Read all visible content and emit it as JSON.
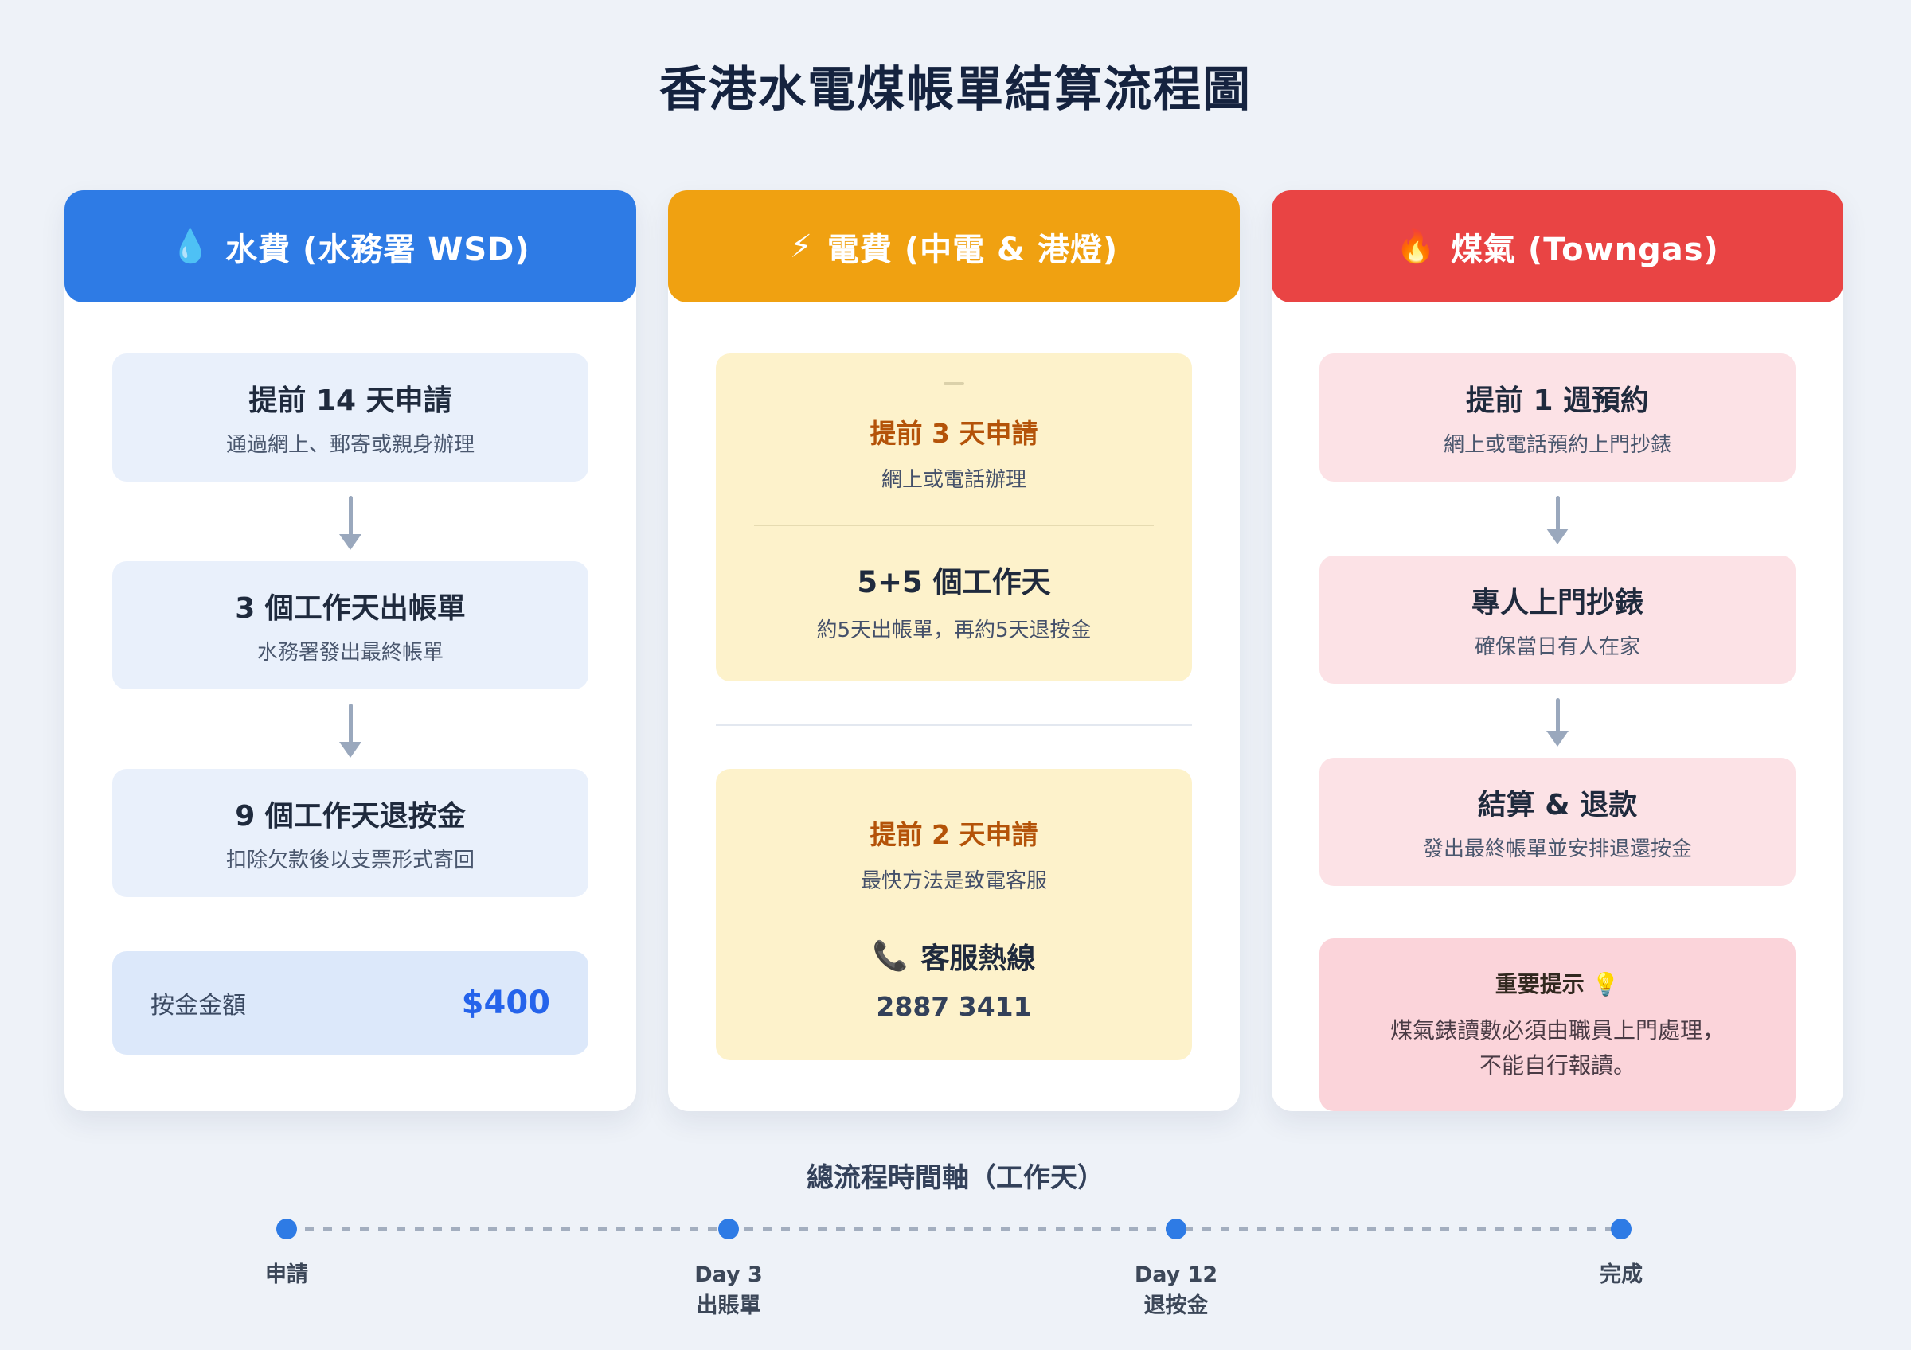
{
  "page": {
    "title": "香港水電煤帳單結算流程圖"
  },
  "colors": {
    "water_header": "#2e7be5",
    "electric_header": "#f0a111",
    "gas_header": "#e94444",
    "deposit_amount_text": "#2563eb",
    "highlight_orange_text": "#b45309",
    "timeline_dot": "#2e7be5",
    "page_background": "#eef2f8"
  },
  "columns": {
    "water": {
      "header": {
        "icon": "💧",
        "label": "水費 (水務署 WSD)"
      },
      "steps": [
        {
          "title": "提前 14 天申請",
          "subtitle": "通過網上、郵寄或親身辦理"
        },
        {
          "title": "3 個工作天出帳單",
          "subtitle": "水務署發出最終帳單"
        },
        {
          "title": "9 個工作天退按金",
          "subtitle": "扣除欠款後以支票形式寄回"
        }
      ],
      "deposit": {
        "label": "按金金額",
        "amount": "$400"
      }
    },
    "electric": {
      "header": {
        "icon": "⚡",
        "label": "電費 (中電 & 港燈)"
      },
      "box1": {
        "apply_title": "提前 3 天申請",
        "apply_subtitle": "網上或電話辦理",
        "duration_title": "5+5 個工作天",
        "duration_subtitle": "約5天出帳單，再約5天退按金"
      },
      "box2": {
        "apply_title": "提前 2 天申請",
        "apply_subtitle": "最快方法是致電客服",
        "hotline_icon": "📞",
        "hotline_label": "客服熱線",
        "hotline_number": "2887 3411"
      }
    },
    "gas": {
      "header": {
        "icon": "🔥",
        "label": "煤氣 (Towngas)"
      },
      "steps": [
        {
          "title": "提前 1 週預約",
          "subtitle": "網上或電話預約上門抄錶"
        },
        {
          "title": "專人上門抄錶",
          "subtitle": "確保當日有人在家"
        },
        {
          "title": "結算 & 退款",
          "subtitle": "發出最終帳單並安排退還按金"
        }
      ],
      "note": {
        "title": "重要提示 💡",
        "line1": "煤氣錶讀數必須由職員上門處理，",
        "line2": "不能自行報讀。"
      }
    }
  },
  "timeline": {
    "title": "總流程時間軸（工作天）",
    "milestones": [
      {
        "line1": "申請",
        "line2": ""
      },
      {
        "line1": "Day 3",
        "line2": "出賬單"
      },
      {
        "line1": "Day 12",
        "line2": "退按金"
      },
      {
        "line1": "完成",
        "line2": ""
      }
    ]
  }
}
